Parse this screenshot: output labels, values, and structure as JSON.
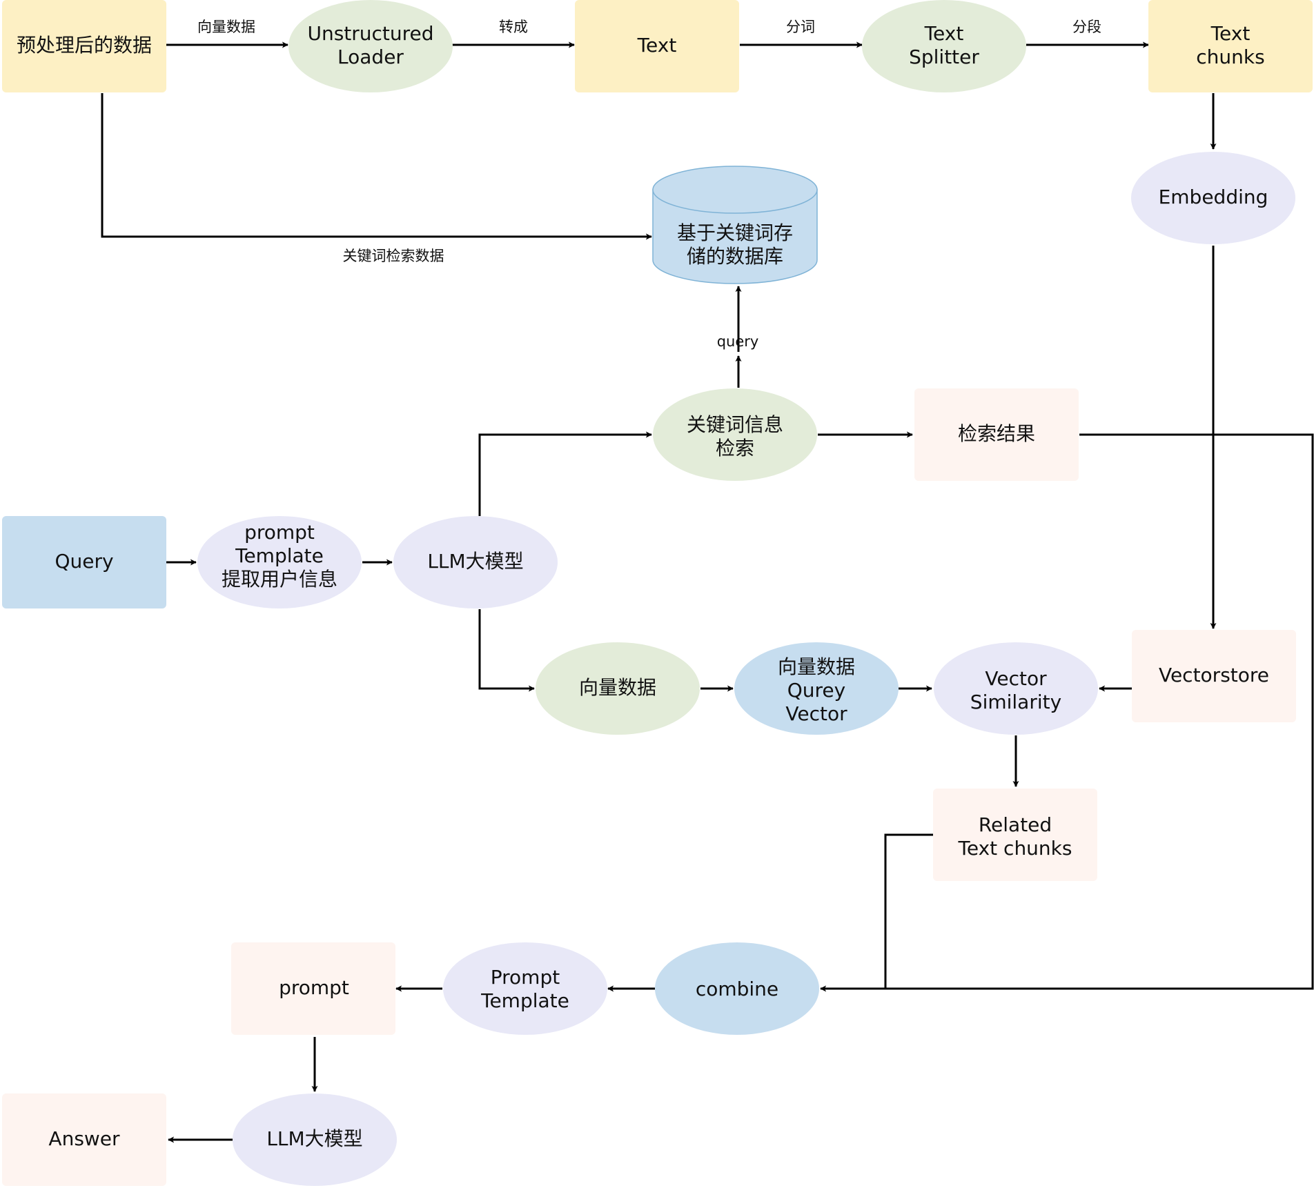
{
  "colors": {
    "yellow": "#fdf0c4",
    "green": "#e3ecd9",
    "lavender": "#e8e8f7",
    "blue": "#c6ddef",
    "peach": "#fef4f0",
    "db_stroke": "#7fb3d6",
    "line": "#000000"
  },
  "nodes": {
    "preprocessed": {
      "label": [
        "预处理后的数据"
      ]
    },
    "loader": {
      "label": [
        "Unstructured",
        "Loader"
      ]
    },
    "text": {
      "label": [
        "Text"
      ]
    },
    "splitter": {
      "label": [
        "Text",
        "Splitter"
      ]
    },
    "chunks": {
      "label": [
        "Text",
        "chunks"
      ]
    },
    "embedding": {
      "label": [
        "Embedding"
      ]
    },
    "keyword_db": {
      "label": [
        "基于关键词存",
        "储的数据库"
      ]
    },
    "keyword_search": {
      "label": [
        "关键词信息",
        "检索"
      ]
    },
    "search_result": {
      "label": [
        "检索结果"
      ]
    },
    "query": {
      "label": [
        "Query"
      ]
    },
    "prompt_template_extract": {
      "label": [
        "prompt",
        "Template",
        "提取用户信息"
      ]
    },
    "llm1": {
      "label": [
        "LLM大模型"
      ]
    },
    "vector_data": {
      "label": [
        "向量数据"
      ]
    },
    "query_vector": {
      "label": [
        "向量数据",
        "Qurey",
        "Vector"
      ]
    },
    "vector_similarity": {
      "label": [
        "Vector",
        "Similarity"
      ]
    },
    "vectorstore": {
      "label": [
        "Vectorstore"
      ]
    },
    "related_chunks": {
      "label": [
        "Related",
        "Text chunks"
      ]
    },
    "combine": {
      "label": [
        "combine"
      ]
    },
    "prompt_template": {
      "label": [
        "Prompt",
        "Template"
      ]
    },
    "prompt": {
      "label": [
        "prompt"
      ]
    },
    "llm2": {
      "label": [
        "LLM大模型"
      ]
    },
    "answer": {
      "label": [
        "Answer"
      ]
    }
  },
  "edge_labels": {
    "vector_data": "向量数据",
    "convert": "转成",
    "tokenize": "分词",
    "segment": "分段",
    "keyword_data": "关键词检索数据",
    "query": "query"
  }
}
